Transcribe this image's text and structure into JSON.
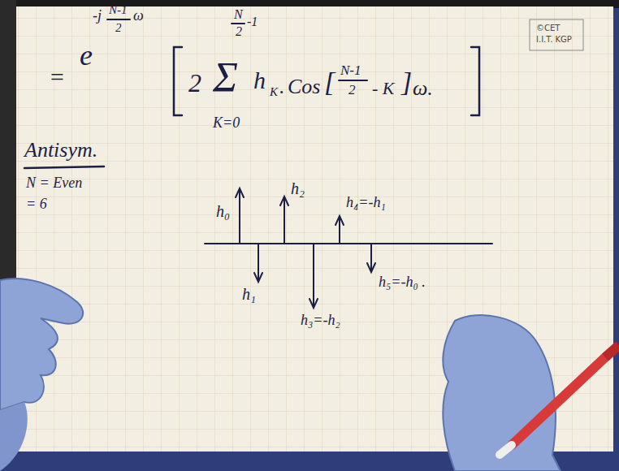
{
  "diagram": {
    "labels": [
      "©CET",
      "I.I.T. KGP",
      "=",
      "e",
      "-j",
      "N-1",
      "2",
      "ω",
      "2",
      "Σ",
      "N",
      "2",
      "-1",
      "K=0",
      "h",
      "K",
      ".",
      "Cos",
      "[",
      "N-1",
      "2",
      "- K",
      "]",
      "ω.",
      "Antisym.",
      "N = Even",
      "= 6",
      "h₀",
      "h₁",
      "h₂",
      "h₃=-h₂",
      "h₄=-h₁",
      "h₅=-h₀ ."
    ]
  }
}
